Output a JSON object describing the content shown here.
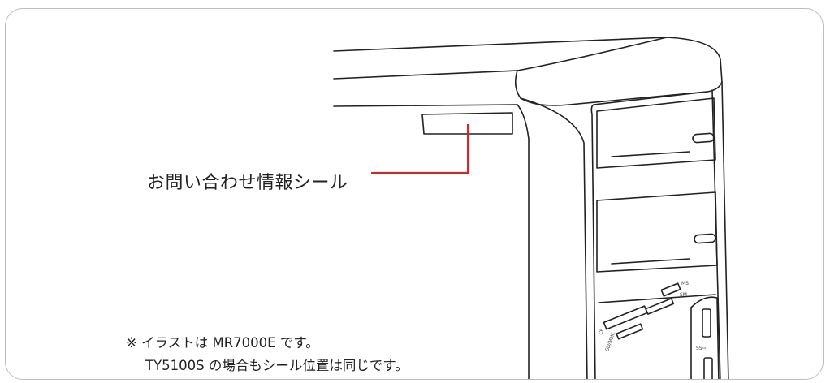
{
  "callout": {
    "label": "お問い合わせ情報シール",
    "line_color": "#d4262e"
  },
  "note": {
    "line1": "※ イラストは MR7000E です。",
    "line2": "TY5100S の場合もシール位置は同じです。"
  },
  "panel_labels": {
    "ms": "MS",
    "sm": "SM",
    "cf": "CF",
    "sdmmc": "SD/MMC",
    "usb": "SS⇨"
  },
  "colors": {
    "outline": "#222222",
    "frame_border": "#bdbdbd"
  }
}
